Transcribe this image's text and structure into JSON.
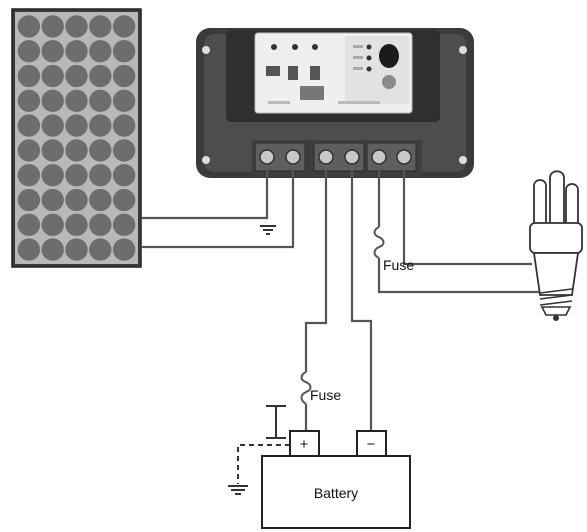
{
  "labels": {
    "fuse_load": "Fuse",
    "fuse_battery": "Fuse",
    "battery": "Battery",
    "battery_plus": "+",
    "battery_minus": "−"
  },
  "colors": {
    "panel_frame": "#3a3a3a",
    "panel_cell": "#6d6d6d",
    "controller_body": "#4a4a4a",
    "controller_face": "#efefef",
    "wire": "#555555"
  },
  "icons": {
    "solar_panel": "solar-panel-icon",
    "controller": "charge-controller-icon",
    "lamp": "cfl-bulb-icon",
    "battery": "battery-icon",
    "ground": "ground-icon",
    "fuse": "fuse-icon"
  }
}
